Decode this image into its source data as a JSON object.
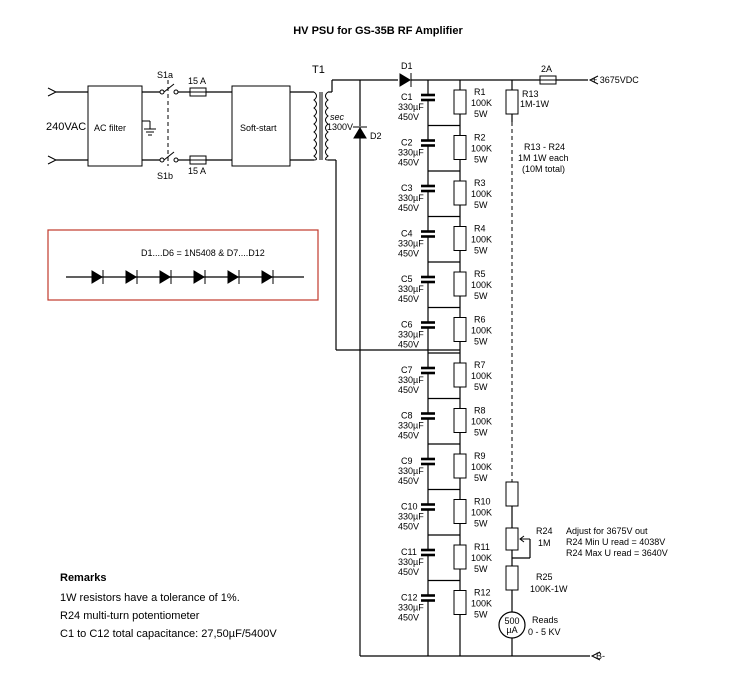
{
  "title": "HV PSU for GS-35B RF Amplifier",
  "input": {
    "mains": "240VAC",
    "ac_filter": "AC filter",
    "switch_top": "S1a",
    "switch_bottom": "S1b",
    "fuse_top": "15 A",
    "fuse_bottom": "15 A",
    "soft_start": "Soft-start"
  },
  "transformer": {
    "name": "T1",
    "sec_label": "sec",
    "sec_voltage": "1300V"
  },
  "diodes": {
    "d1": "D1",
    "d2": "D2",
    "box_label": "D1....D6 = 1N5408 & D7....D12"
  },
  "output": {
    "fuse": "2A",
    "plus": "+ 3675VDC",
    "minus": "B-"
  },
  "capacitors": [
    {
      "name": "C1",
      "value": "330µF",
      "voltage": "450V"
    },
    {
      "name": "C2",
      "value": "330µF",
      "voltage": "450V"
    },
    {
      "name": "C3",
      "value": "330µF",
      "voltage": "450V"
    },
    {
      "name": "C4",
      "value": "330µF",
      "voltage": "450V"
    },
    {
      "name": "C5",
      "value": "330µF",
      "voltage": "450V"
    },
    {
      "name": "C6",
      "value": "330µF",
      "voltage": "450V"
    },
    {
      "name": "C7",
      "value": "330µF",
      "voltage": "450V"
    },
    {
      "name": "C8",
      "value": "330µF",
      "voltage": "450V"
    },
    {
      "name": "C9",
      "value": "330µF",
      "voltage": "450V"
    },
    {
      "name": "C10",
      "value": "330µF",
      "voltage": "450V"
    },
    {
      "name": "C11",
      "value": "330µF",
      "voltage": "450V"
    },
    {
      "name": "C12",
      "value": "330µF",
      "voltage": "450V"
    }
  ],
  "resistors": [
    {
      "name": "R1",
      "value": "100K",
      "power": "5W"
    },
    {
      "name": "R2",
      "value": "100K",
      "power": "5W"
    },
    {
      "name": "R3",
      "value": "100K",
      "power": "5W"
    },
    {
      "name": "R4",
      "value": "100K",
      "power": "5W"
    },
    {
      "name": "R5",
      "value": "100K",
      "power": "5W"
    },
    {
      "name": "R6",
      "value": "100K",
      "power": "5W"
    },
    {
      "name": "R7",
      "value": "100K",
      "power": "5W"
    },
    {
      "name": "R8",
      "value": "100K",
      "power": "5W"
    },
    {
      "name": "R9",
      "value": "100K",
      "power": "5W"
    },
    {
      "name": "R10",
      "value": "100K",
      "power": "5W"
    },
    {
      "name": "R11",
      "value": "100K",
      "power": "5W"
    },
    {
      "name": "R12",
      "value": "100K",
      "power": "5W"
    }
  ],
  "divider": {
    "r13_name": "R13",
    "r13_value": "1M-1W",
    "chain_line1": "R13 - R24",
    "chain_line2": "1M 1W each",
    "chain_line3": "(10M total)",
    "r24_name": "R24",
    "r24_value": "1M",
    "adjust_line1": "Adjust for 3675V out",
    "adjust_line2": "R24 Min  U read = 4038V",
    "adjust_line3": "R24 Max U read = 3640V",
    "r25_name": "R25",
    "r25_value": "100K-1W",
    "meter_top": "500",
    "meter_unit": "µA",
    "reads_line1": "Reads",
    "reads_line2": "0 - 5 KV"
  },
  "remarks": {
    "heading": "Remarks",
    "line1": "1W resistors have a tolerance of 1%.",
    "line2": "R24 multi-turn potentiometer",
    "line3": "C1 to C12 total capacitance: 27,50µF/5400V"
  },
  "colors": {
    "frame_red": "#c0392b",
    "ink": "#000000"
  }
}
